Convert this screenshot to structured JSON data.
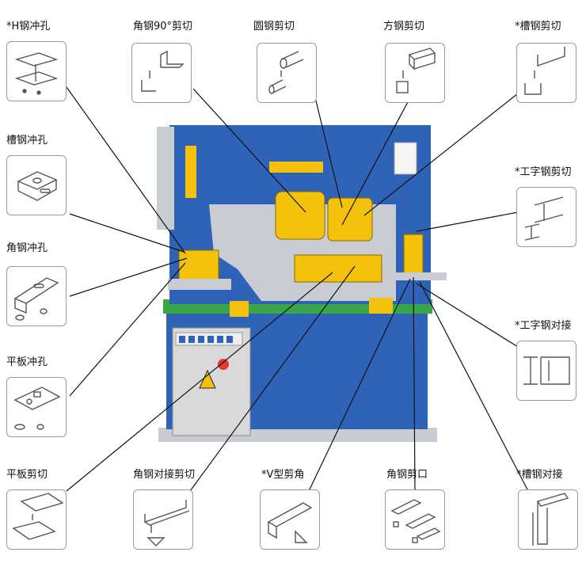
{
  "labels": {
    "h_punch": "*H钢冲孔",
    "angle90_shear": "角钢90°剪切",
    "round_shear": "圆钢剪切",
    "square_shear": "方钢剪切",
    "channel_shear": "*槽钢剪切",
    "channel_punch": "槽钢冲孔",
    "ibeam_shear": "*工字钢剪切",
    "angle_punch": "角钢冲孔",
    "ibeam_butt": "*工字钢对接",
    "plate_punch": "平板冲孔",
    "plate_shear": "平板剪切",
    "angle_butt_shear": "角钢对接剪切",
    "v_notch": "*V型剪角",
    "angle_notch": "角钢剪口",
    "channel_butt": "*槽钢对接"
  },
  "colors": {
    "machine_blue": "#2f63b8",
    "machine_yellow": "#f4c20d",
    "base_green": "#3aa64a",
    "panel_grey": "#d9d9d9",
    "frame_grey": "#c9ccd2",
    "leader": "#111111"
  }
}
